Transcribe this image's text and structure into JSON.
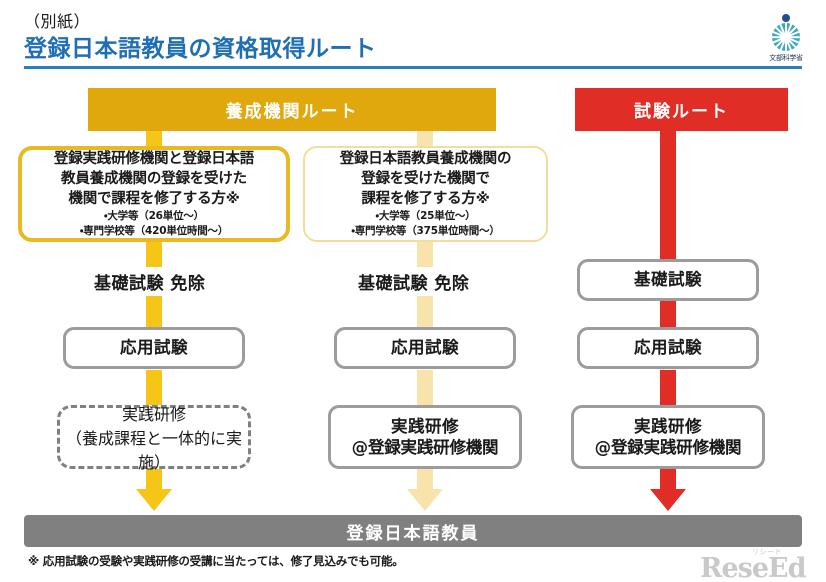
{
  "header": {
    "subtitle": "（別紙）",
    "title": "登録日本語教員の資格取得ルート",
    "rule_color": "#2d7fbc",
    "title_color": "#1f6fb2"
  },
  "logo": {
    "name": "mext-logo",
    "caption": "文部科学省",
    "disc_color": "#3ea8c0",
    "dot_color": "#1d4f91"
  },
  "banners": [
    {
      "label": "養成機関ルート",
      "color": "#e0a80c"
    },
    {
      "label": "試験ルート",
      "color": "#e02e27"
    }
  ],
  "columns": [
    {
      "id": "col-training-with-practicum",
      "accent": "#f5c518",
      "criteria": {
        "lines": [
          "登録実践研修機関と登録日本語",
          "教員養成機関の登録を受けた",
          "機関で課程を修了する方※"
        ],
        "bullets": [
          "・大学等（26単位～）",
          "・専門学校等（420単位時間～）"
        ],
        "border_color": "#e8b920"
      },
      "exempt_label": "基礎試験 免除",
      "basic_exam": null,
      "applied_exam": "応用試験",
      "practicum": {
        "title": "実践研修",
        "subtitle": "（養成課程と一体的に実施）",
        "style": "dashed"
      }
    },
    {
      "id": "col-training-only",
      "accent": "#f7e3ab",
      "criteria": {
        "lines": [
          "登録日本語教員養成機関の",
          "登録を受けた機関で",
          "課程を修了する方※"
        ],
        "bullets": [
          "・大学等（25単位～）",
          "・専門学校等（375単位時間～）"
        ],
        "border_color": "#f2dd9b"
      },
      "exempt_label": "基礎試験 免除",
      "basic_exam": null,
      "applied_exam": "応用試験",
      "practicum": {
        "title": "実践研修",
        "subtitle": "@登録実践研修機関",
        "style": "solid"
      }
    },
    {
      "id": "col-exam-route",
      "accent": "#e02e27",
      "criteria": null,
      "exempt_label": null,
      "basic_exam": "基礎試験",
      "applied_exam": "応用試験",
      "practicum": {
        "title": "実践研修",
        "subtitle": "@登録実践研修機関",
        "style": "solid"
      }
    }
  ],
  "outcome": {
    "label": "登録日本語教員",
    "color": "#808080"
  },
  "footnote": "※ 応用試験の受験や実践研修の受講に当たっては、修了見込みでも可能。",
  "watermark": {
    "text": "ReseEd",
    "ruby": "リシード"
  }
}
